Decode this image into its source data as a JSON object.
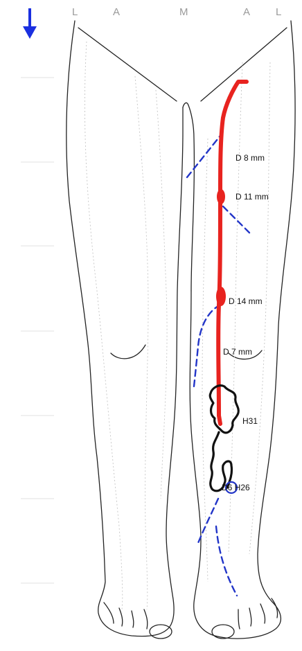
{
  "orientation_labels": {
    "right_lateral": "L",
    "right_anterior": "A",
    "medial": "M",
    "left_anterior": "A",
    "left_lateral": "L"
  },
  "annotations": {
    "d8": "D 8 mm",
    "d11": "D 11 mm",
    "d14": "D 14 mm",
    "d7": "D 7 mm",
    "h31": "H31",
    "d6h26": "D6 H26"
  },
  "colors": {
    "arrow": "#1a2fe0",
    "main_vein": "#e8231f",
    "dashed_vein": "#2235c8",
    "varicose_outline": "#111111",
    "perforator_circle": "#2235c8"
  },
  "icons": {
    "direction_arrow": "arrow-down-icon"
  }
}
